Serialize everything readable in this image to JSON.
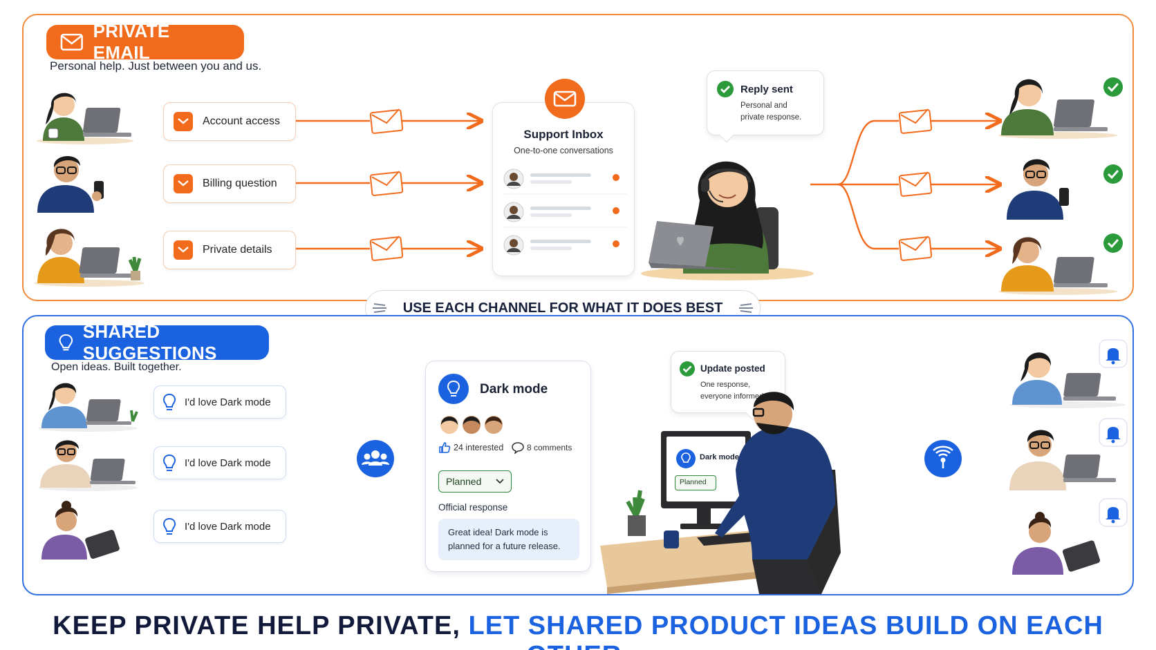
{
  "email": {
    "title": "PRIVATE EMAIL",
    "subtitle": "Personal help. Just between you and us.",
    "requests": [
      "Account access",
      "Billing question",
      "Private details"
    ],
    "inbox_title": "Support Inbox",
    "inbox_subtitle": "One-to-one conversations",
    "reply_title": "Reply sent",
    "reply_text_1": "Personal and",
    "reply_text_2": "private response."
  },
  "divider": {
    "label": "USE EACH CHANNEL FOR WHAT IT DOES BEST"
  },
  "suggestions": {
    "title": "SHARED SUGGESTIONS",
    "subtitle": "Open ideas. Built together.",
    "ideas": [
      "I'd love Dark mode",
      "I'd love Dark mode",
      "I'd love Dark mode"
    ],
    "feature_title": "Dark mode",
    "interested": "24 interested",
    "comments": "8 comments",
    "status": "Planned",
    "official_label": "Official response",
    "official_text_1": "Great idea! Dark mode is",
    "official_text_2": "planned for a future release.",
    "update_title": "Update posted",
    "update_text_1": "One response,",
    "update_text_2": "everyone informed.",
    "monitor_title": "Dark mode",
    "monitor_status": "Planned"
  },
  "footer": {
    "part_1": "KEEP PRIVATE HELP PRIVATE,",
    "part_2": "LET SHARED PRODUCT IDEAS BUILD ON EACH OTHER."
  },
  "colors": {
    "orange": "#f26a1b",
    "blue": "#1a62e0",
    "green": "#2a9a3a",
    "navy": "#111a3a"
  },
  "icons": [
    "envelope-icon",
    "lightbulb-icon",
    "check-icon",
    "group-icon",
    "broadcast-icon",
    "bell-icon",
    "thumbs-up-icon",
    "comment-icon"
  ]
}
